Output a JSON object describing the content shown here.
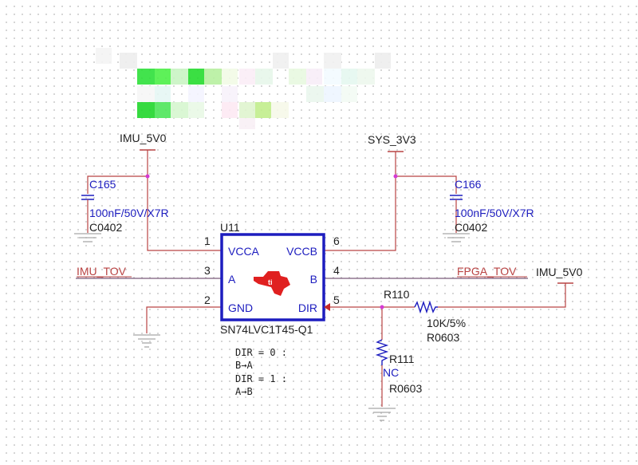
{
  "power": {
    "imu_5v0_left": "IMU_5V0",
    "sys_3v3": "SYS_3V3",
    "imu_5v0_right": "IMU_5V0"
  },
  "capacitors": [
    {
      "ref": "C165",
      "value": "100nF/50V/X7R",
      "package": "C0402"
    },
    {
      "ref": "C166",
      "value": "100nF/50V/X7R",
      "package": "C0402"
    }
  ],
  "ic": {
    "ref": "U11",
    "part": "SN74LVC1T45-Q1",
    "pins": [
      {
        "num": "1",
        "name": "VCCA"
      },
      {
        "num": "3",
        "name": "A"
      },
      {
        "num": "2",
        "name": "GND"
      },
      {
        "num": "6",
        "name": "VCCB"
      },
      {
        "num": "4",
        "name": "B"
      },
      {
        "num": "5",
        "name": "DIR"
      }
    ],
    "logo": "ti-logo"
  },
  "nets": {
    "left": "IMU_TOV",
    "right": "FPGA_TOV"
  },
  "resistors": [
    {
      "ref": "R110",
      "value": "10K/5%",
      "package": "R0603"
    },
    {
      "ref": "R111",
      "value": "NC",
      "package": "R0603"
    }
  ],
  "note": [
    "DIR = 0 :",
    "B→A",
    "DIR = 1 :",
    "A→B"
  ],
  "colors": {
    "wire": "#b94343",
    "component": "#1d1dbf",
    "junction": "#d43ad4",
    "net_label": "#b94343",
    "logo": "#e02020"
  }
}
